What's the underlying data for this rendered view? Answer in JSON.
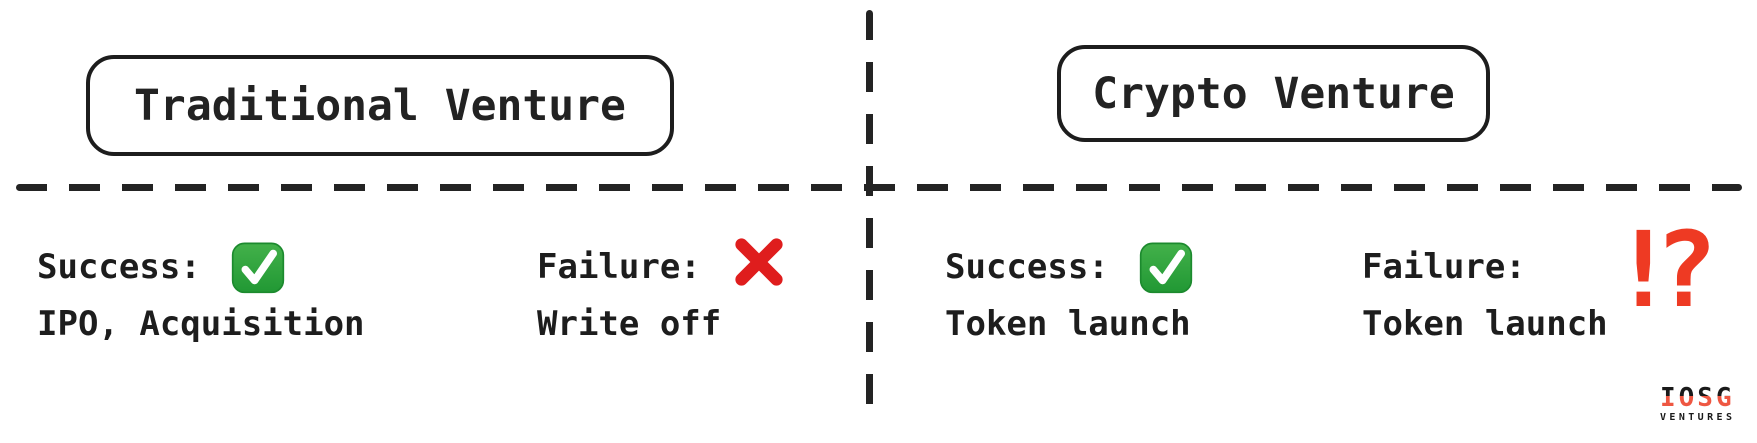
{
  "diagram": {
    "background": "#ffffff",
    "ink_color": "#1f1f1f"
  },
  "sections": [
    {
      "title": "Traditional Venture",
      "outcomes": [
        {
          "label": "Success:",
          "icon": "check-mark-button-emoji",
          "result": "IPO, Acquisition"
        },
        {
          "label": "Failure:",
          "icon": "cross-mark-emoji",
          "result": "Write off"
        }
      ]
    },
    {
      "title": "Crypto Venture",
      "outcomes": [
        {
          "label": "Success:",
          "icon": "check-mark-button-emoji",
          "result": "Token launch"
        },
        {
          "label": "Failure:",
          "icon": "exclamation-question-mark-emoji",
          "result": "Token launch"
        }
      ]
    }
  ],
  "icons": {
    "interrobang_glyph": "!?"
  },
  "colors": {
    "check_green": "#2aa33c",
    "cross_red": "#df1d1d",
    "interrobang_red": "#ee3a23",
    "logo_red": "#ee5742"
  },
  "logo": {
    "brand": "IOSG",
    "sub": "VENTURES"
  }
}
